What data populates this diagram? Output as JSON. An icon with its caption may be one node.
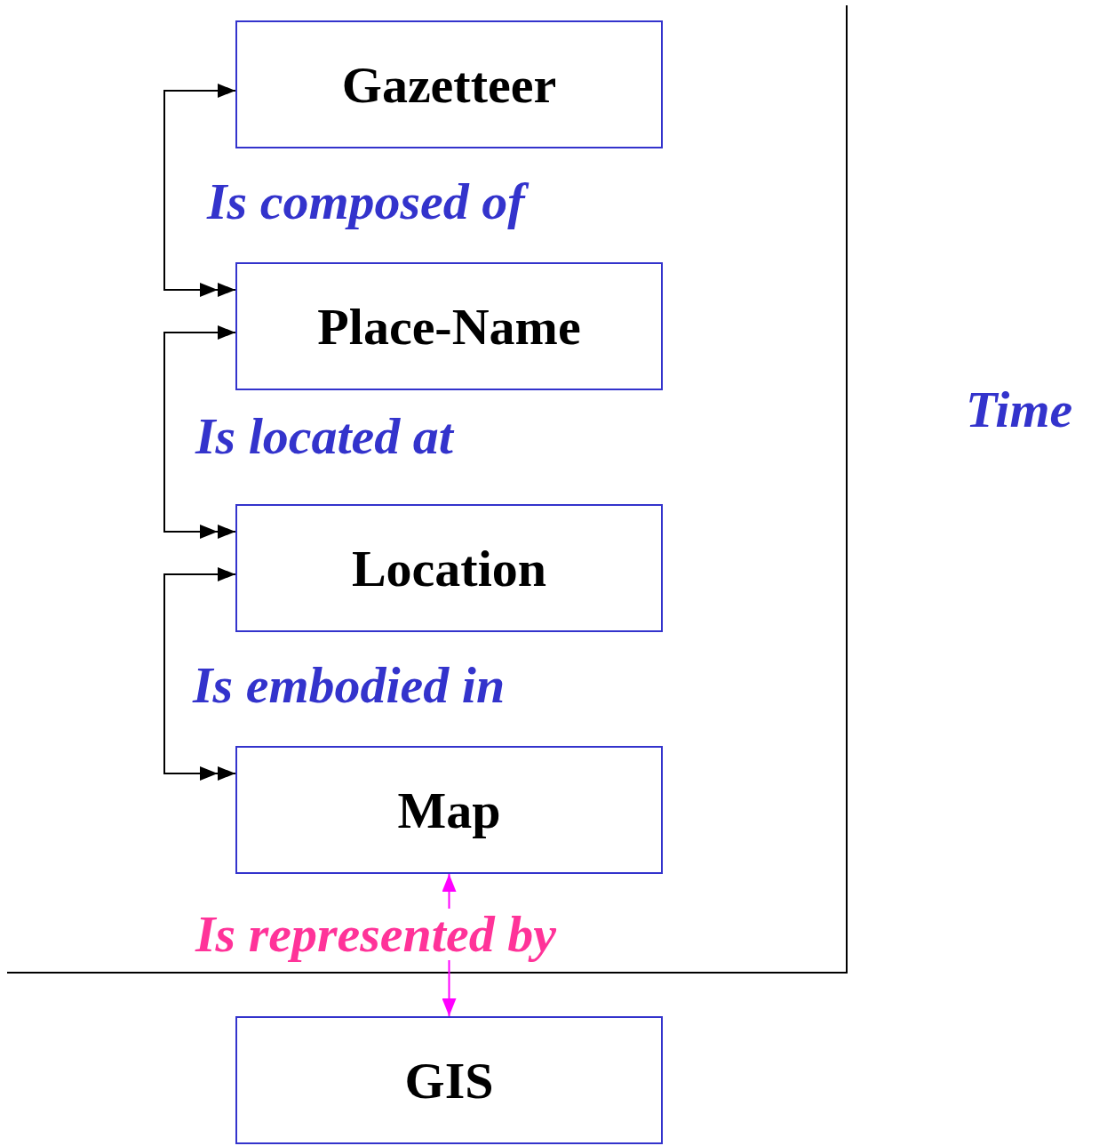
{
  "diagram": {
    "nodes": [
      {
        "text": [
          "Gazetteer"
        ]
      },
      {
        "text": [
          "Place-Name"
        ]
      },
      {
        "text": [
          "Location"
        ]
      },
      {
        "text": [
          "Map"
        ]
      },
      {
        "text": [
          "GIS"
        ]
      }
    ],
    "edges": [
      {
        "from": 0,
        "to": 1,
        "arrow": "both",
        "label": "Is composed of"
      },
      {
        "from": 1,
        "to": 2,
        "arrow": "both",
        "label": "Is located at"
      },
      {
        "from": 2,
        "to": 3,
        "arrow": "both",
        "label": "Is embodied in"
      },
      {
        "from": 3,
        "to": 4,
        "arrow": "both",
        "label": "Is represented by",
        "color": "#ff00ff"
      }
    ],
    "labels": [
      "Time"
    ]
  }
}
